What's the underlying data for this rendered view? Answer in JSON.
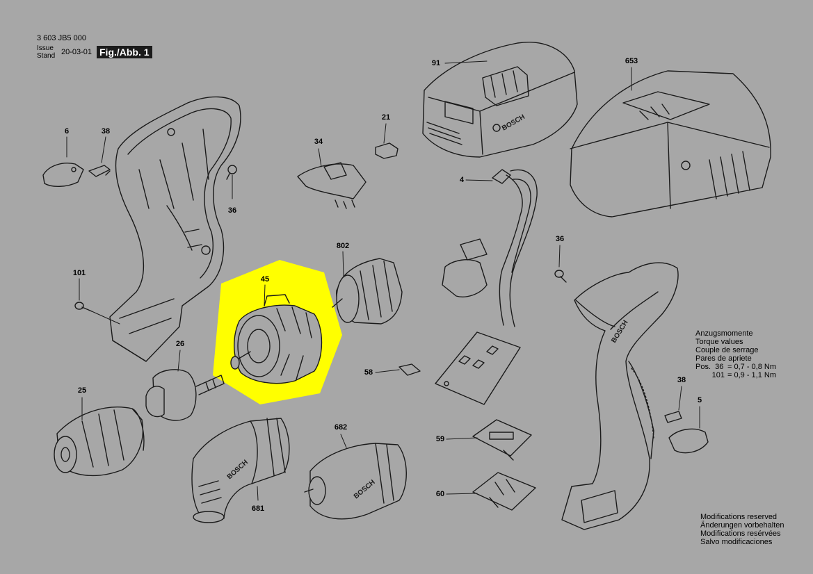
{
  "header": {
    "doc_number": "3 603 JB5 000",
    "issue_label_1": "Issue",
    "issue_label_2": "Stand",
    "issue_date": "20-03-01",
    "figure": "Fig./Abb. 1"
  },
  "parts": {
    "p6": "6",
    "p38a": "38",
    "p36a": "36",
    "p101": "101",
    "p26": "26",
    "p25": "25",
    "p45": "45",
    "p34": "34",
    "p21": "21",
    "p802": "802",
    "p91": "91",
    "p4": "4",
    "p58": "58",
    "p653": "653",
    "p36b": "36",
    "p38b": "38",
    "p5": "5",
    "p59": "59",
    "p60": "60",
    "p681": "681",
    "p682": "682"
  },
  "torque": {
    "title_de": "Anzugsmomente",
    "title_en": "Torque values",
    "title_fr": "Couple de serrage",
    "title_es": "Pares de apriete",
    "pos_label": "Pos.",
    "row1_pos": "36",
    "row1_val": "= 0,7 - 0,8 Nm",
    "row2_pos": "101",
    "row2_val": "= 0,9 - 1,1 Nm"
  },
  "notes": {
    "en": "Modifications reserved",
    "de": "Änderungen vorbehalten",
    "fr": "Modifications resérvées",
    "es": "Salvo modificaciones"
  },
  "branding": {
    "logo_text": "BOSCH"
  },
  "colors": {
    "background": "#a7a7a7",
    "highlight": "#ffff00",
    "line": "#1a1a1a"
  }
}
